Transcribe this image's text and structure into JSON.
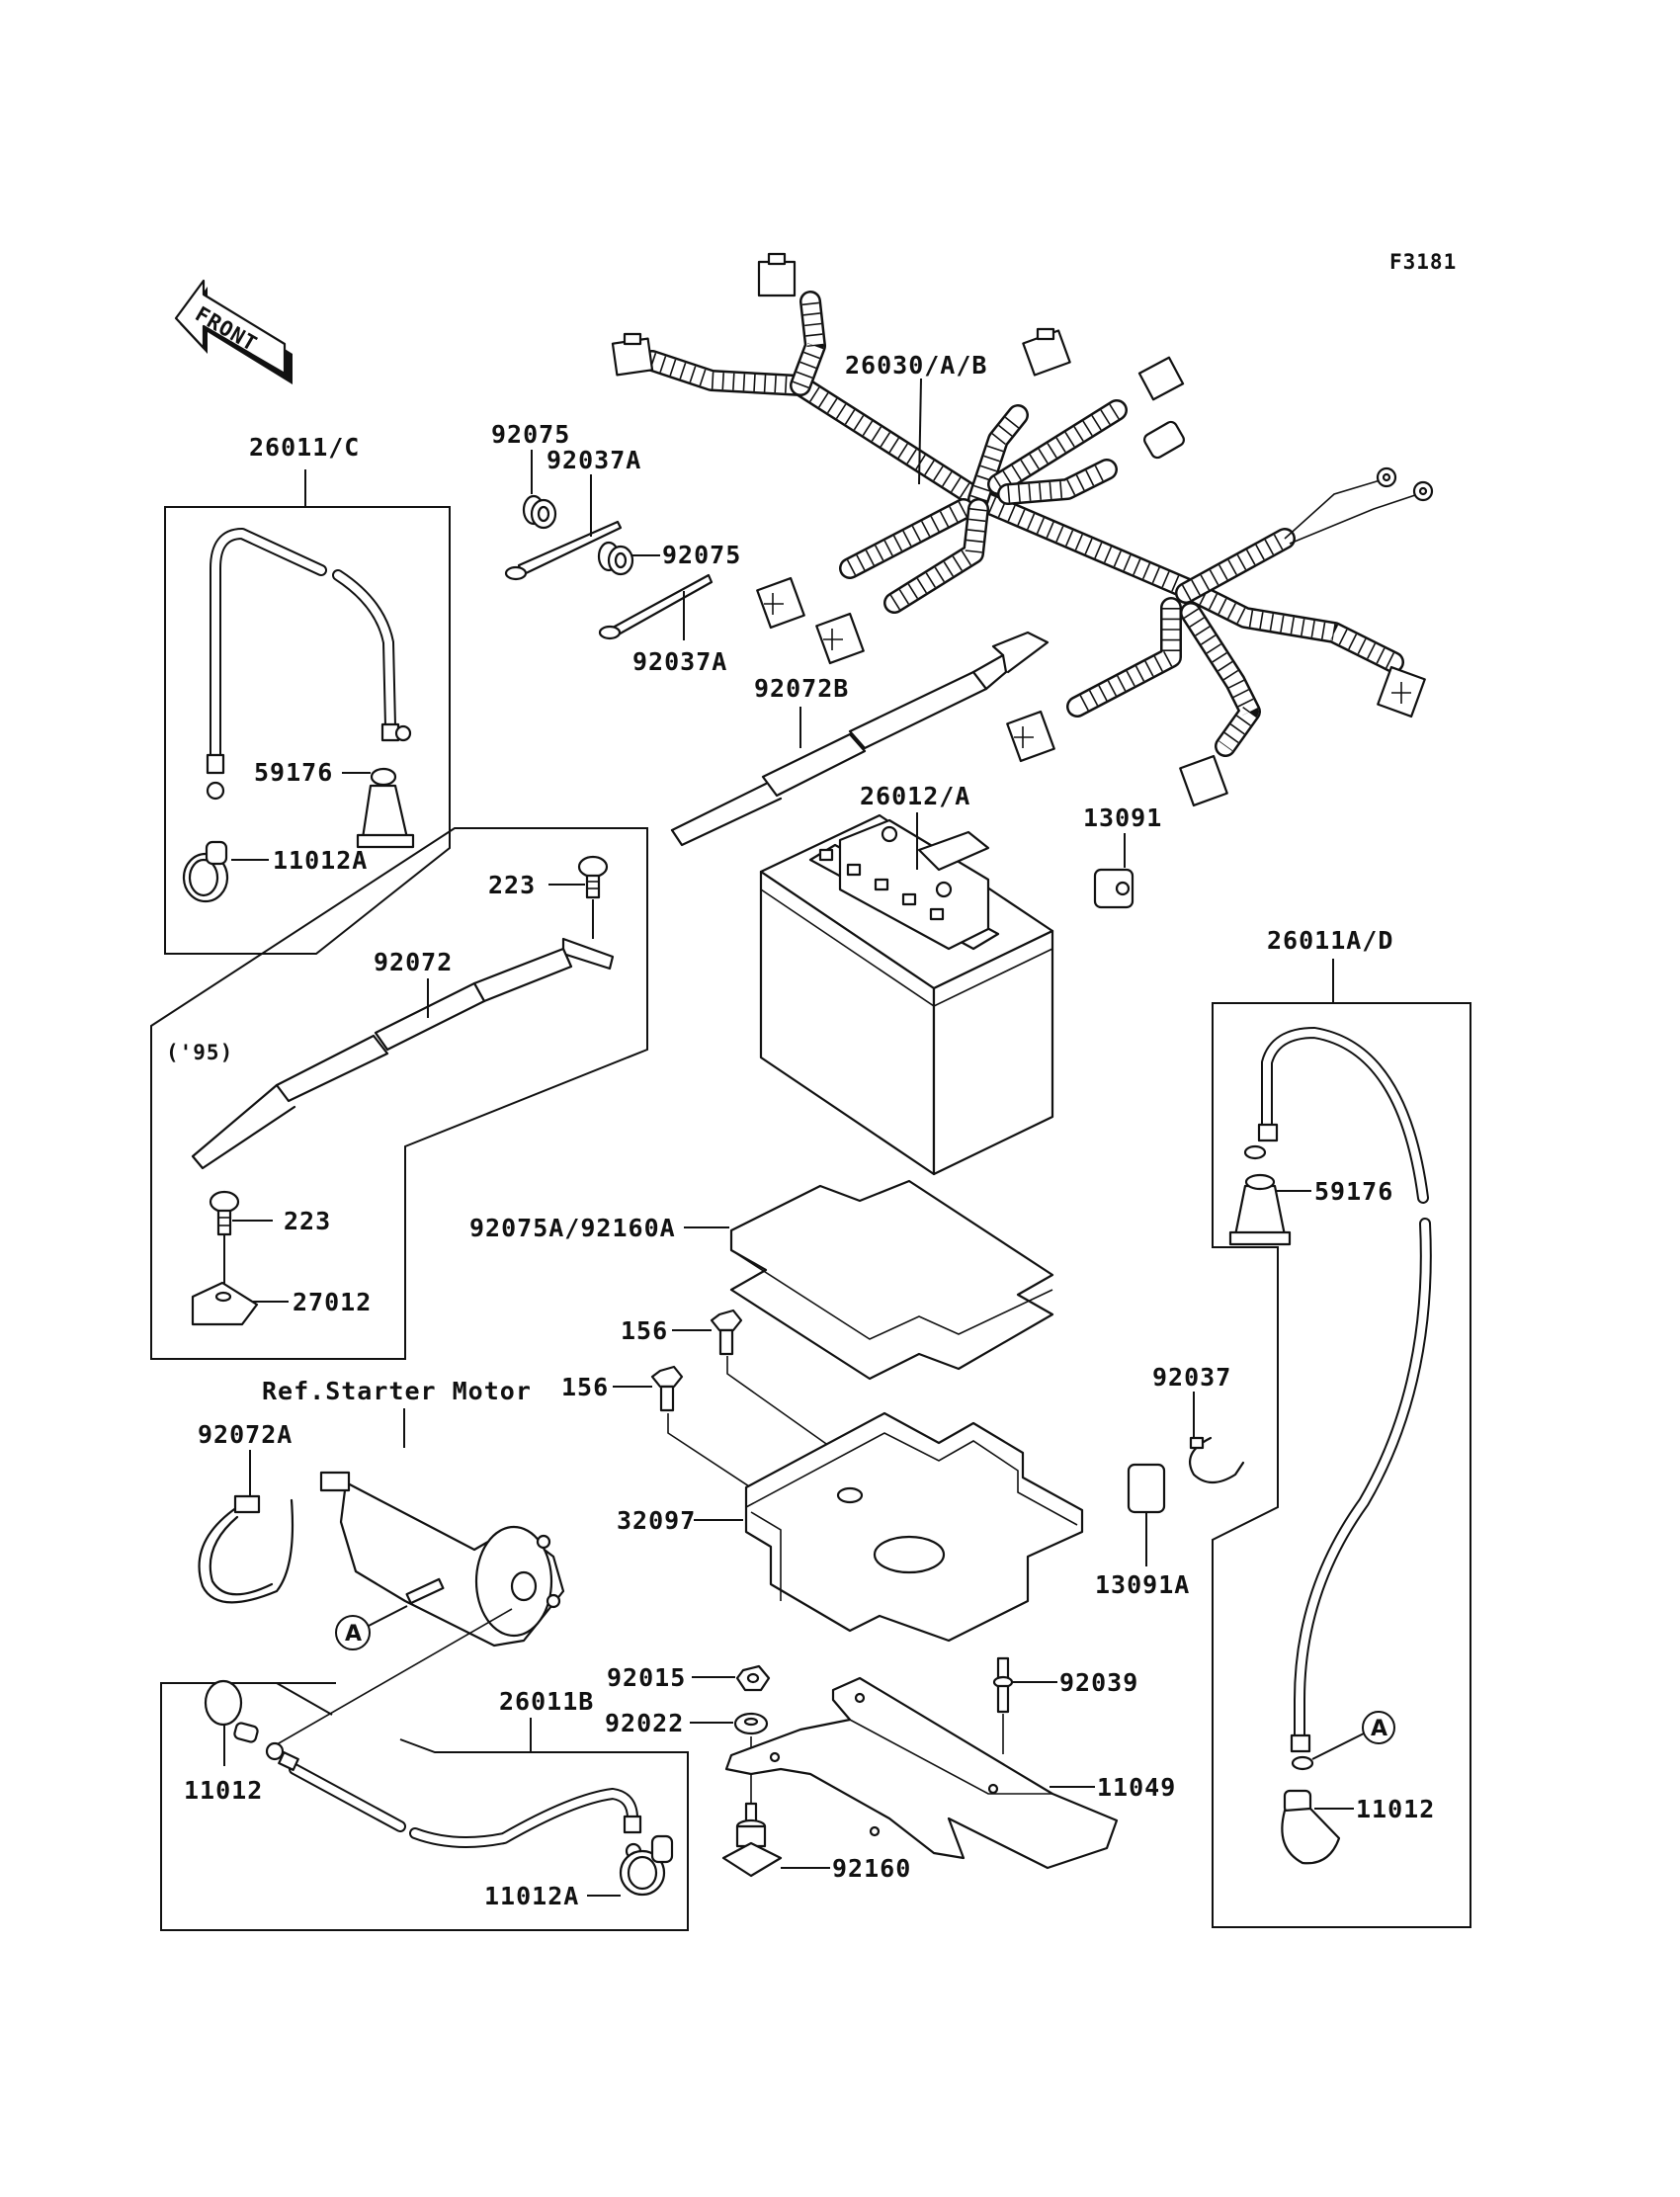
{
  "figure_id": "F3181",
  "front_arrow": {
    "label": "FRONT",
    "icon": "front-direction-arrow-icon"
  },
  "group_boxes": {
    "negative_cable_group": "26011/C",
    "positive_cable_group": "26011A/D",
    "starter_cable_group": "26011B",
    "model_year_note": "('95)"
  },
  "reference_note": "Ref.Starter Motor",
  "ref_markers": [
    "A",
    "A"
  ],
  "labels": {
    "harness": "26030/A/B",
    "grommet_1": "92075",
    "clamp_1": "92037A",
    "grommet_2": "92075",
    "clamp_2": "92037A",
    "battery_strap_b": "92072B",
    "battery": "26012/A",
    "relay_cap": "13091",
    "neg_boot": "59176",
    "neg_cap": "11012A",
    "screw_top": "223",
    "battery_strap": "92072",
    "screw_bottom": "223",
    "plate": "27012",
    "pad": "92075A/92160A",
    "bolt_1": "156",
    "bolt_2": "156",
    "band_left": "92072A",
    "battery_case": "32097",
    "clamp_right": "92037",
    "cap_right": "13091A",
    "pos_boot": "59176",
    "pos_cap": "11012",
    "starter_cap": "11012",
    "starter_cap_a": "11012A",
    "nut": "92015",
    "washer": "92022",
    "stud": "92039",
    "bracket": "11049",
    "damper": "92160"
  }
}
